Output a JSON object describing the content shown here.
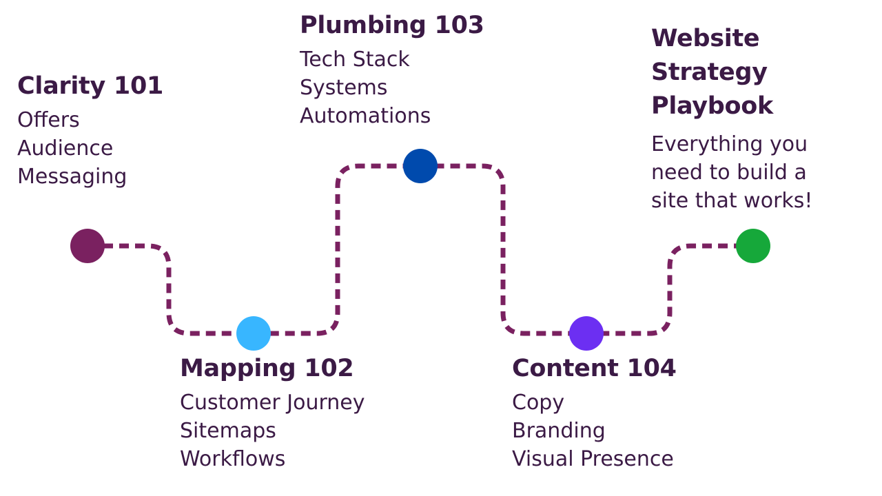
{
  "path_color": "#7a2160",
  "stages": [
    {
      "title": "Clarity 101",
      "items": [
        "Offers",
        "Audience",
        "Messaging"
      ],
      "dot_color": "#7a2160"
    },
    {
      "title": "Mapping 102",
      "items": [
        "Customer Journey",
        "Sitemaps",
        "Workflows"
      ],
      "dot_color": "#38b6ff"
    },
    {
      "title": "Plumbing 103",
      "items": [
        "Tech Stack",
        "Systems",
        "Automations"
      ],
      "dot_color": "#004aad"
    },
    {
      "title": "Content 104",
      "items": [
        "Copy",
        "Branding",
        "Visual Presence"
      ],
      "dot_color": "#6c2ff2"
    },
    {
      "title_lines": [
        "Website",
        "Strategy",
        "Playbook"
      ],
      "description": "Everything you need to build a site that works!",
      "dot_color": "#16a83a"
    }
  ]
}
